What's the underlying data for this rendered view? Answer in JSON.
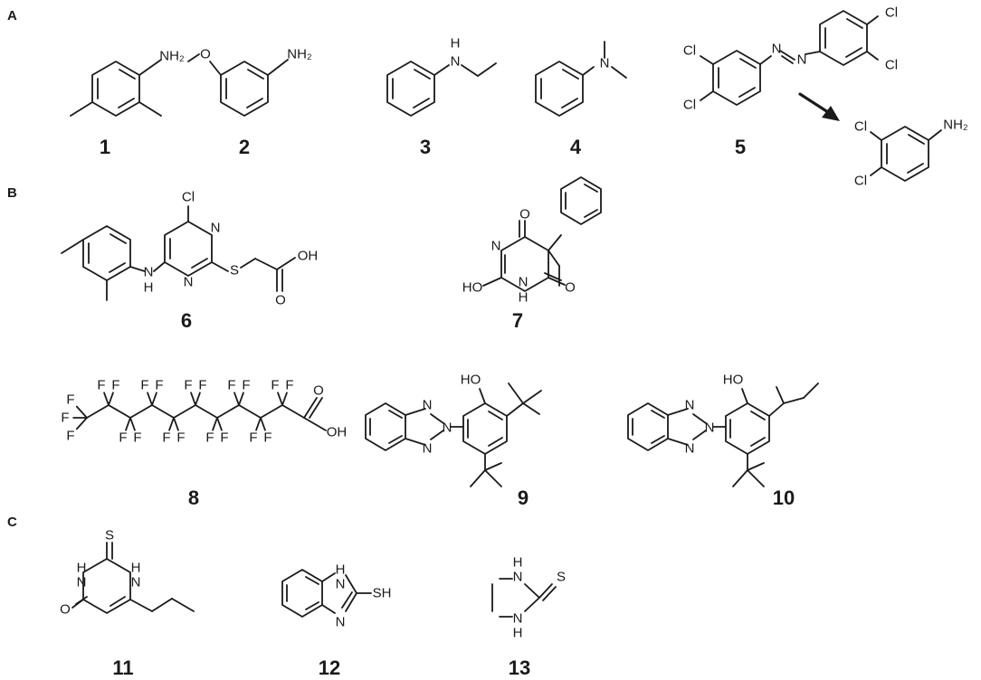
{
  "panels": [
    "A",
    "B",
    "C"
  ],
  "compounds": [
    {
      "number": "1",
      "atom_labels": [
        "NH₂"
      ]
    },
    {
      "number": "2",
      "atom_labels": [
        "O",
        "NH₂"
      ]
    },
    {
      "number": "3",
      "atom_labels": [
        "N",
        "H"
      ]
    },
    {
      "number": "4",
      "atom_labels": [
        "N"
      ]
    },
    {
      "number": "5",
      "atom_labels": [
        "Cl",
        "Cl",
        "N",
        "N",
        "Cl",
        "Cl"
      ],
      "product_labels": [
        "Cl",
        "Cl",
        "NH₂"
      ]
    },
    {
      "number": "6",
      "atom_labels": [
        "Cl",
        "N",
        "N",
        "N",
        "H",
        "S",
        "OH",
        "O"
      ]
    },
    {
      "number": "7",
      "atom_labels": [
        "O",
        "N",
        "HO",
        "N",
        "H",
        "O"
      ]
    },
    {
      "number": "8",
      "atom_labels": [
        "F",
        "O",
        "OH"
      ]
    },
    {
      "number": "9",
      "atom_labels": [
        "HO",
        "N",
        "N",
        "N"
      ]
    },
    {
      "number": "10",
      "atom_labels": [
        "HO",
        "N",
        "N",
        "N"
      ]
    },
    {
      "number": "11",
      "atom_labels": [
        "S",
        "H",
        "N",
        "H",
        "N",
        "O"
      ]
    },
    {
      "number": "12",
      "atom_labels": [
        "H",
        "N",
        "SH",
        "N"
      ]
    },
    {
      "number": "13",
      "atom_labels": [
        "H",
        "N",
        "S",
        "N",
        "H"
      ]
    }
  ]
}
